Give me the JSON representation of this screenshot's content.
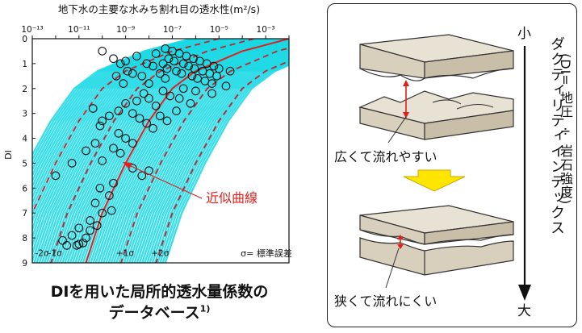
{
  "chart_data": {
    "type": "scatter",
    "title": "地下水の主要な水みち割れ目の透水性(m²/s)",
    "ylabel": "DI",
    "x_scale": "log",
    "xlim": [
      1e-13,
      0.01
    ],
    "x_ticks": [
      {
        "value": 1e-13,
        "label": "10⁻¹³"
      },
      {
        "value": 1e-11,
        "label": "10⁻¹¹"
      },
      {
        "value": 1e-09,
        "label": "10⁻⁹"
      },
      {
        "value": 1e-07,
        "label": "10⁻⁷"
      },
      {
        "value": 1e-05,
        "label": "10⁻⁵"
      },
      {
        "value": 0.001,
        "label": "10⁻³"
      }
    ],
    "ylim": [
      0,
      9
    ],
    "y_inverted": true,
    "y_ticks": [
      0,
      1,
      2,
      3,
      4,
      5,
      6,
      7,
      8,
      9
    ],
    "fit_curve": {
      "name": "近似曲線",
      "color": "#e0201c",
      "points": [
        [
          0.01,
          0
        ],
        [
          0.0001,
          0.5
        ],
        [
          1e-06,
          1.3
        ],
        [
          1e-07,
          2.0
        ],
        [
          1e-08,
          3.3
        ],
        [
          1e-09,
          5.0
        ],
        [
          1e-10,
          7.0
        ],
        [
          2e-11,
          9.0
        ]
      ]
    },
    "sigma_curves": [
      {
        "label": "-2σ",
        "log_offset": -3.0
      },
      {
        "label": "-1σ",
        "log_offset": -1.5
      },
      {
        "label": "+1σ",
        "log_offset": 1.5
      },
      {
        "label": "+2σ",
        "log_offset": 3.0
      }
    ],
    "sigma_note": "σ= 標準誤差",
    "annotation": "近似曲線",
    "band_color": "#18d8e4",
    "points": [
      [
        5e-08,
        0.4
      ],
      [
        1e-07,
        0.5
      ],
      [
        2e-07,
        0.6
      ],
      [
        4e-07,
        0.7
      ],
      [
        8e-07,
        0.8
      ],
      [
        1.5e-06,
        0.9
      ],
      [
        3e-06,
        1.0
      ],
      [
        6e-06,
        1.1
      ],
      [
        1e-05,
        1.2
      ],
      [
        3e-05,
        1.3
      ],
      [
        7e-08,
        0.8
      ],
      [
        1.2e-07,
        0.9
      ],
      [
        3e-07,
        1.0
      ],
      [
        5e-07,
        1.1
      ],
      [
        9e-07,
        1.2
      ],
      [
        2e-06,
        1.3
      ],
      [
        4e-06,
        1.4
      ],
      [
        8e-06,
        1.5
      ],
      [
        2e-08,
        0.6
      ],
      [
        4e-08,
        1.0
      ],
      [
        6e-08,
        1.2
      ],
      [
        1.5e-07,
        1.3
      ],
      [
        2.5e-07,
        1.4
      ],
      [
        7e-07,
        1.5
      ],
      [
        1.2e-06,
        1.6
      ],
      [
        2.5e-06,
        1.7
      ],
      [
        5e-06,
        1.8
      ],
      [
        1e-09,
        0.9
      ],
      [
        3e-09,
        0.7
      ],
      [
        8e-09,
        1.0
      ],
      [
        1.5e-08,
        1.1
      ],
      [
        3e-08,
        1.4
      ],
      [
        5e-08,
        1.6
      ],
      [
        1e-08,
        1.8
      ],
      [
        2e-09,
        1.4
      ],
      [
        5e-09,
        1.5
      ],
      [
        1e-10,
        0.5
      ],
      [
        3e-10,
        0.8
      ],
      [
        6e-10,
        1.0
      ],
      [
        1.2e-09,
        1.3
      ],
      [
        4e-10,
        1.5
      ],
      [
        8e-10,
        1.8
      ],
      [
        3e-07,
        2.0
      ],
      [
        1e-06,
        2.1
      ],
      [
        2e-07,
        2.4
      ],
      [
        6e-07,
        2.6
      ],
      [
        1.5e-07,
        2.9
      ],
      [
        5e-06,
        2.2
      ],
      [
        2e-05,
        1.9
      ],
      [
        4e-08,
        2.1
      ],
      [
        8e-08,
        2.3
      ],
      [
        1e-08,
        2.4
      ],
      [
        2e-08,
        2.7
      ],
      [
        6e-09,
        2.2
      ],
      [
        3e-09,
        2.5
      ],
      [
        1e-09,
        2.6
      ],
      [
        5e-10,
        2.9
      ],
      [
        2e-10,
        3.1
      ],
      [
        1e-10,
        3.3
      ],
      [
        4e-11,
        2.8
      ],
      [
        8e-11,
        3.5
      ],
      [
        2e-09,
        3.0
      ],
      [
        4e-09,
        3.2
      ],
      [
        8e-09,
        3.4
      ],
      [
        1.5e-08,
        3.6
      ],
      [
        3e-08,
        3.1
      ],
      [
        6e-08,
        3.3
      ],
      [
        5e-10,
        3.8
      ],
      [
        1e-09,
        4.0
      ],
      [
        2e-09,
        4.2
      ],
      [
        3e-10,
        4.4
      ],
      [
        6e-10,
        4.6
      ],
      [
        1e-10,
        4.9
      ],
      [
        5e-11,
        4.2
      ],
      [
        2e-11,
        4.5
      ],
      [
        5e-12,
        5.0
      ],
      [
        1e-12,
        5.5
      ],
      [
        2e-09,
        5.2
      ],
      [
        5e-09,
        5.5
      ],
      [
        1e-08,
        5.3
      ],
      [
        3e-10,
        5.8
      ],
      [
        8e-11,
        6.0
      ],
      [
        2e-10,
        6.3
      ],
      [
        5e-11,
        6.6
      ],
      [
        1e-10,
        7.0
      ],
      [
        3e-11,
        7.3
      ],
      [
        1e-11,
        7.6
      ],
      [
        5e-12,
        7.9
      ],
      [
        2e-11,
        8.0
      ],
      [
        1.5e-11,
        8.2
      ],
      [
        1e-11,
        8.25
      ],
      [
        8e-12,
        8.3
      ],
      [
        3e-12,
        8.3
      ],
      [
        2e-12,
        8.1
      ],
      [
        3e-11,
        7.7
      ],
      [
        6e-11,
        7.5
      ],
      [
        2.5e-10,
        6.9
      ]
    ]
  },
  "left_caption": [
    "DIを用いた局所的透水量係数の",
    "データベース"
  ],
  "left_caption_sup": "1)",
  "right": {
    "label_wide": "広くて流れやすい",
    "label_narrow": "狭くて流れにくい",
    "small": "小",
    "large": "大",
    "vertical_title": "ダクティリティインデックス",
    "vertical_sub": "(DI= 地圧 ÷ 岩石強度)"
  }
}
